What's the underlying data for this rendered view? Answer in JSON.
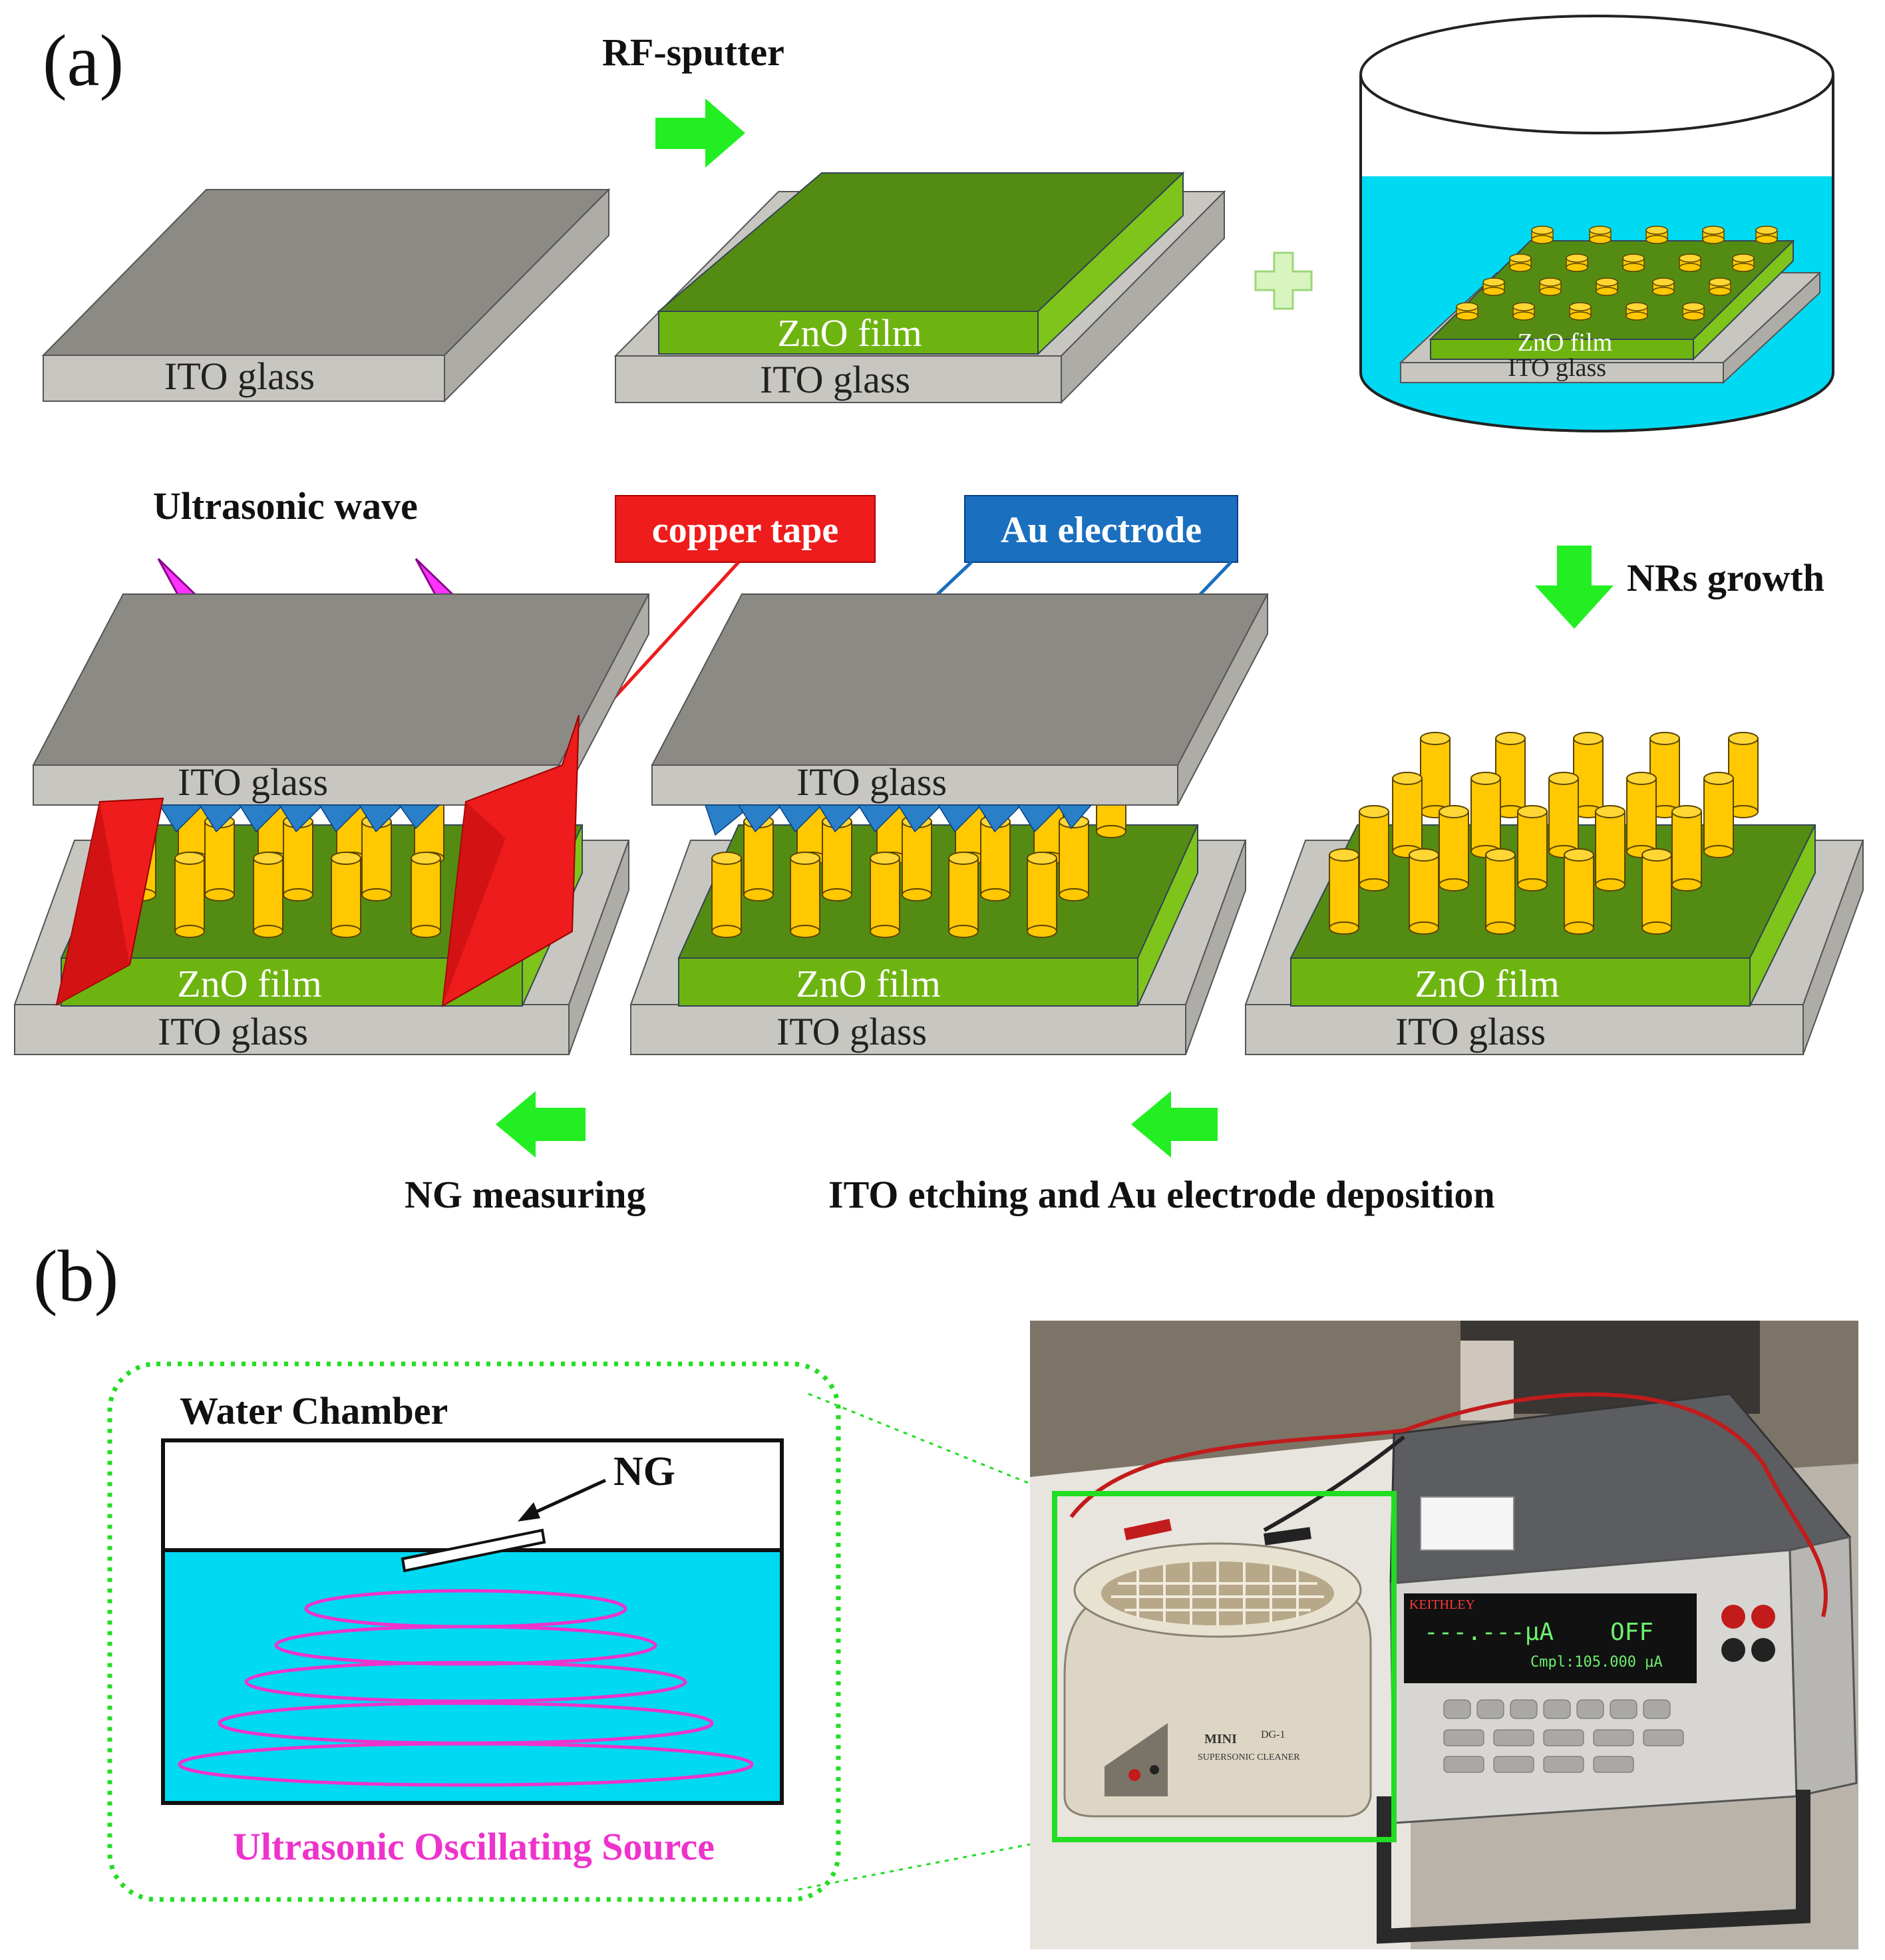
{
  "panel_a": {
    "label": "(a)",
    "steps": {
      "rf_sputter": "RF-sputter",
      "nrs_growth": "NRs growth",
      "ito_etching": "ITO etching and Au electrode deposition",
      "ng_measuring": "NG measuring",
      "ultrasonic_wave": "Ultrasonic wave"
    },
    "callouts": {
      "copper_tape": "copper tape",
      "au_electrode": "Au electrode"
    },
    "layers": {
      "ito_glass": "ITO glass",
      "zno_film": "ZnO film"
    }
  },
  "panel_b": {
    "label": "(b)",
    "water_chamber": "Water Chamber",
    "ng": "NG",
    "source": "Ultrasonic Oscillating Source",
    "photo": {
      "meter_brand": "KEITHLEY",
      "meter_reading": "---.---μA",
      "meter_status": "OFF",
      "meter_line2": "Cmpl:105.000 μA",
      "cleaner_brand": "MINI",
      "cleaner_model": "DG-1",
      "cleaner_sub": "SUPERSONIC CLEANER"
    }
  },
  "colors": {
    "ito": "#8c8a84",
    "ito_side": "#c8c6c0",
    "zno": "#548c13",
    "zno_side": "#6eb410",
    "rod": "#ffc800",
    "arrow": "#22ee22",
    "copper": "#ee1c1c",
    "au_box": "#1a6fbf",
    "water": "#00d9f2",
    "magenta": "#ee33cc"
  }
}
